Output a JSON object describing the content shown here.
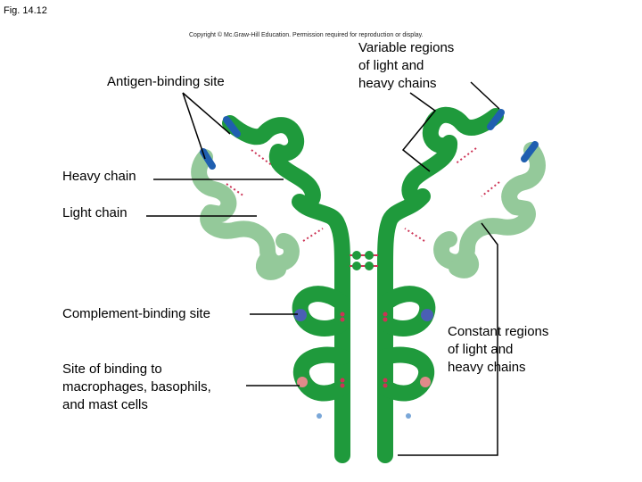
{
  "figure_label": "Fig. 14.12",
  "copyright": "Copyright © Mc.Graw-Hill Education. Permission required for reproduction or display.",
  "labels": {
    "antigen_binding_site": "Antigen-binding site",
    "variable_regions": [
      "Variable regions",
      "of light and",
      "heavy chains"
    ],
    "heavy_chain": "Heavy chain",
    "light_chain": "Light chain",
    "complement_binding_site": "Complement-binding site",
    "site_of_binding": [
      "Site of binding to",
      "macrophages, basophils,",
      "and mast cells"
    ],
    "constant_regions": [
      "Constant regions",
      "of light and",
      "heavy chains"
    ]
  },
  "colors": {
    "heavy_chain": "#1f9a3c",
    "light_chain": "#94c99a",
    "variable_region": "#1f5fb0",
    "complement_site": "#4a5fb5",
    "disulfide_bond": "#cc3355",
    "fc_binding_site": "#e08a8a"
  }
}
